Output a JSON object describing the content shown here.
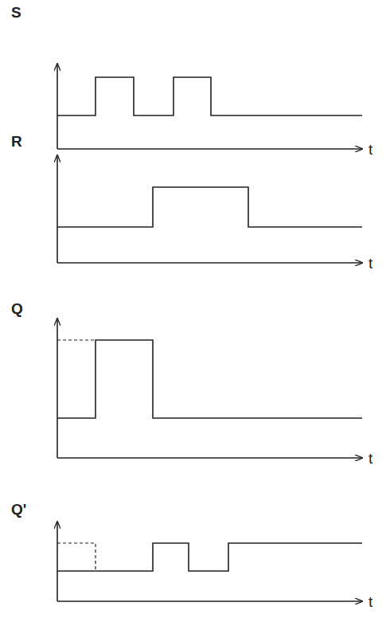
{
  "diagram": {
    "labels": [
      "S",
      "t",
      "R",
      "t",
      "Q",
      "t",
      "Q'",
      "t"
    ]
  }
}
